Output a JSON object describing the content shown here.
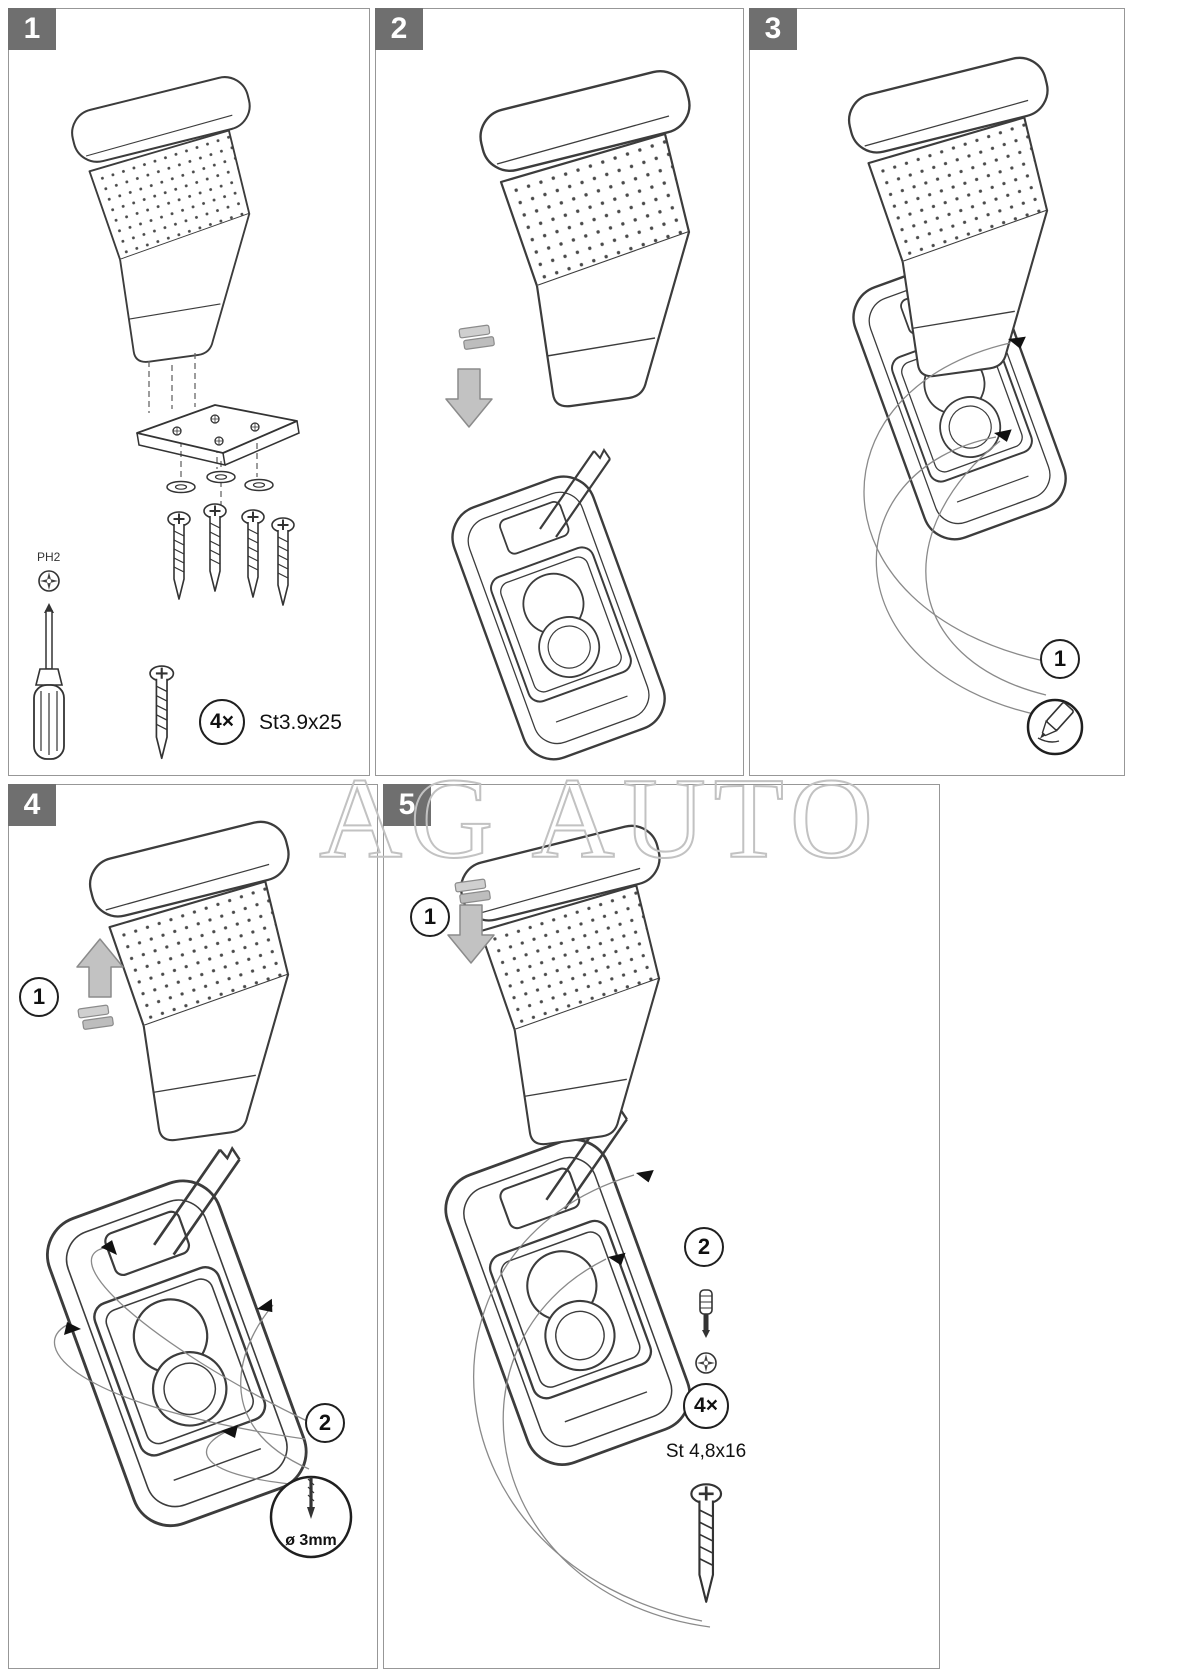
{
  "watermark": "AG AUTO",
  "colors": {
    "badge_bg": "#6f6f6f",
    "badge_text": "#ffffff",
    "line": "#3c3c3c",
    "panel_border": "#979797",
    "arrow_gray": "#c2c2c2",
    "watermark_gray": "#c2c2c2"
  },
  "panels": {
    "p1": {
      "number": "1",
      "tool_label": "PH2",
      "screw_qty": "4×",
      "screw_spec": "St3.9x25"
    },
    "p2": {
      "number": "2"
    },
    "p3": {
      "number": "3",
      "step1": "1"
    },
    "p4": {
      "number": "4",
      "step1": "1",
      "step2": "2",
      "drill_spec": "ø 3mm"
    },
    "p5": {
      "number": "5",
      "step1": "1",
      "step2": "2",
      "screw_qty": "4×",
      "screw_spec": "St 4,8x16"
    }
  }
}
